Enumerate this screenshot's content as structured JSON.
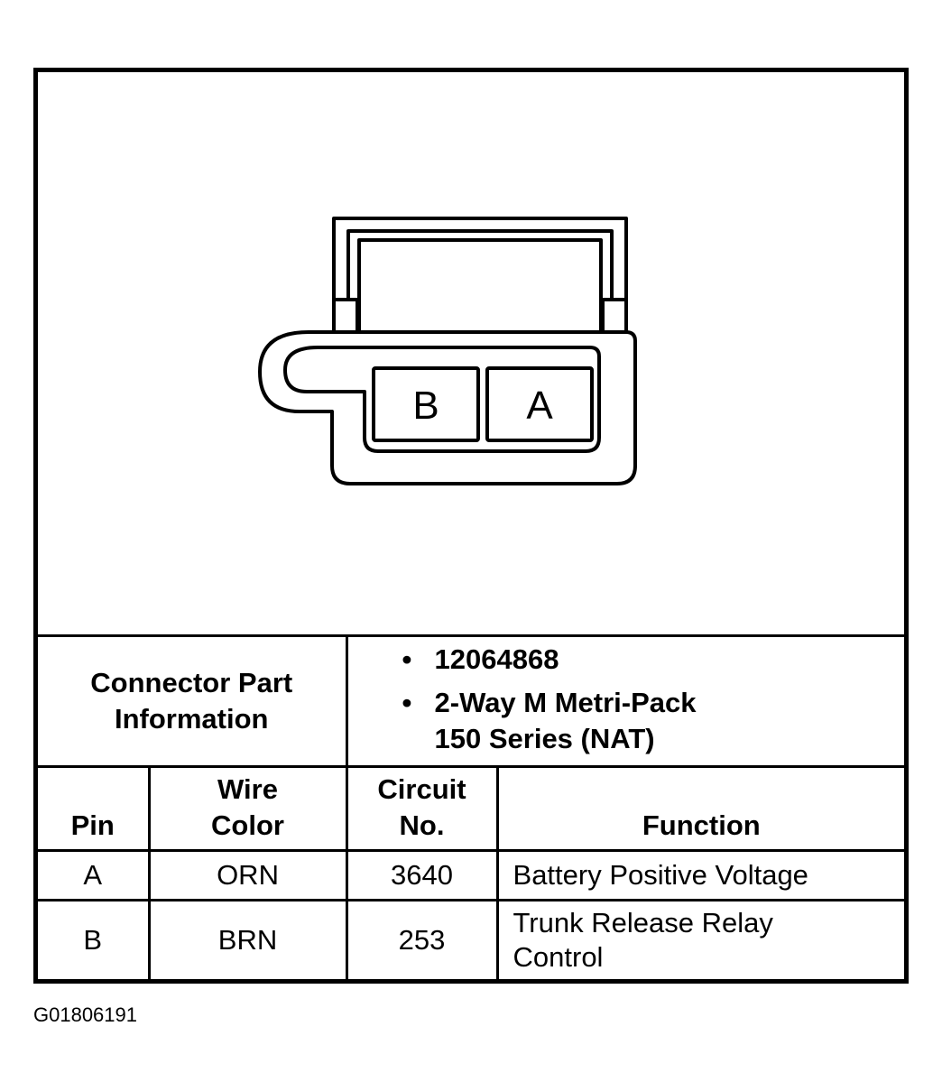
{
  "connector": {
    "pin_labels": [
      "B",
      "A"
    ]
  },
  "part_information": {
    "label_line1": "Connector Part",
    "label_line2": "Information",
    "items": [
      {
        "lines": [
          "12064868"
        ]
      },
      {
        "lines": [
          "2-Way M Metri-Pack",
          "150 Series (NAT)"
        ]
      }
    ]
  },
  "table": {
    "headers": {
      "pin": [
        "Pin"
      ],
      "wire_color": [
        "Wire",
        "Color"
      ],
      "circuit": [
        "Circuit",
        "No."
      ],
      "function": [
        "Function"
      ]
    },
    "rows": [
      {
        "pin": "A",
        "wire_color": "ORN",
        "circuit": "3640",
        "function": [
          "Battery Positive Voltage"
        ]
      },
      {
        "pin": "B",
        "wire_color": "BRN",
        "circuit": "253",
        "function": [
          "Trunk Release Relay",
          "Control"
        ]
      }
    ]
  },
  "figure_id": "G01806191"
}
